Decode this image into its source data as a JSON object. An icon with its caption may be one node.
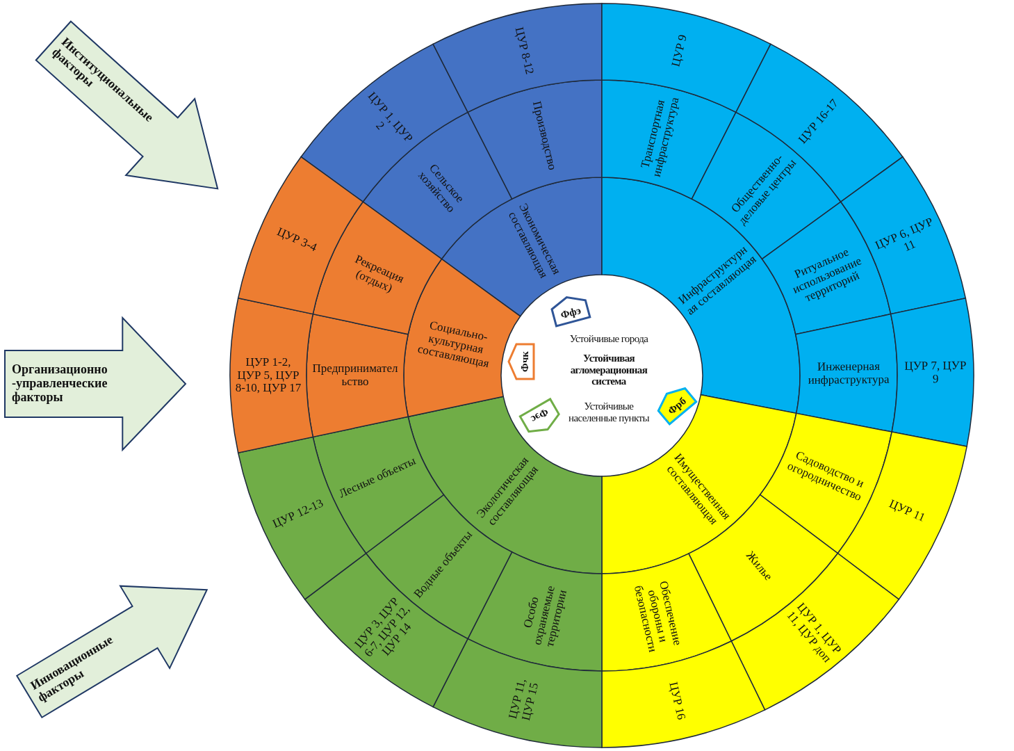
{
  "diagram": {
    "nodes": [
      {
        "text": [
          "Институциональные факторы"
        ]
      },
      {
        "text": [
          "Организационно -управленческие факторы"
        ]
      },
      {
        "text": [
          "Инновационные факторы"
        ]
      },
      {
        "text": [
          "Устойчивые города",
          "Устойчивая агломерационная система",
          "Устойчивые населенные пункты"
        ]
      },
      {
        "text": [
          "Ффэ"
        ],
        "in": 3
      },
      {
        "text": [
          "Фчк"
        ],
        "in": 3
      },
      {
        "text": [
          "Фэс"
        ],
        "in": 3
      },
      {
        "text": [
          "Фрб"
        ],
        "in": 3
      },
      {
        "text": [
          "Экономическая составляющая"
        ]
      },
      {
        "text": [
          "Сельское хозяйство"
        ]
      },
      {
        "text": [
          "Производство"
        ]
      },
      {
        "text": [
          "ЦУР 1, ЦУР 2"
        ]
      },
      {
        "text": [
          "ЦУР 8-12"
        ]
      },
      {
        "text": [
          "Инфраструктурная составляющая"
        ]
      },
      {
        "text": [
          "Транспортная инфраструктура"
        ]
      },
      {
        "text": [
          "Общественно-деловые центры"
        ]
      },
      {
        "text": [
          "Ритуальное использование территорий"
        ]
      },
      {
        "text": [
          "Инженерная инфраструктура"
        ]
      },
      {
        "text": [
          "ЦУР 9"
        ]
      },
      {
        "text": [
          "ЦУР 16-17"
        ]
      },
      {
        "text": [
          "ЦУР 6, ЦУР 11"
        ]
      },
      {
        "text": [
          "ЦУР 7, ЦУР 9"
        ]
      },
      {
        "text": [
          "Имущественная составляющая"
        ]
      },
      {
        "text": [
          "Садоводство и огородничество"
        ]
      },
      {
        "text": [
          "Жилье"
        ]
      },
      {
        "text": [
          "Обеспечение обороны и безопасности"
        ]
      },
      {
        "text": [
          "ЦУР 11"
        ]
      },
      {
        "text": [
          "ЦУР 1, ЦУР 11, ЦУР доп"
        ]
      },
      {
        "text": [
          "ЦУР 16"
        ]
      },
      {
        "text": [
          "Экологическая составляющая"
        ]
      },
      {
        "text": [
          "Особо охраняемые территории"
        ]
      },
      {
        "text": [
          "Водные объекты"
        ]
      },
      {
        "text": [
          "Лесные объекты"
        ]
      },
      {
        "text": [
          "ЦУР 11, ЦУР 15"
        ]
      },
      {
        "text": [
          "ЦУР 3, ЦУР 6-7, ЦУР 12, ЦУР 14"
        ]
      },
      {
        "text": [
          "ЦУР 12-13"
        ]
      },
      {
        "text": [
          "Социально-культурная составляющая"
        ]
      },
      {
        "text": [
          "Предпринимательство"
        ]
      },
      {
        "text": [
          "Рекреация (отдых)"
        ]
      },
      {
        "text": [
          "ЦУР 1-2, ЦУР 5, ЦУР 8-10, ЦУР 17"
        ]
      },
      {
        "text": [
          "ЦУР 3-4"
        ]
      }
    ]
  }
}
